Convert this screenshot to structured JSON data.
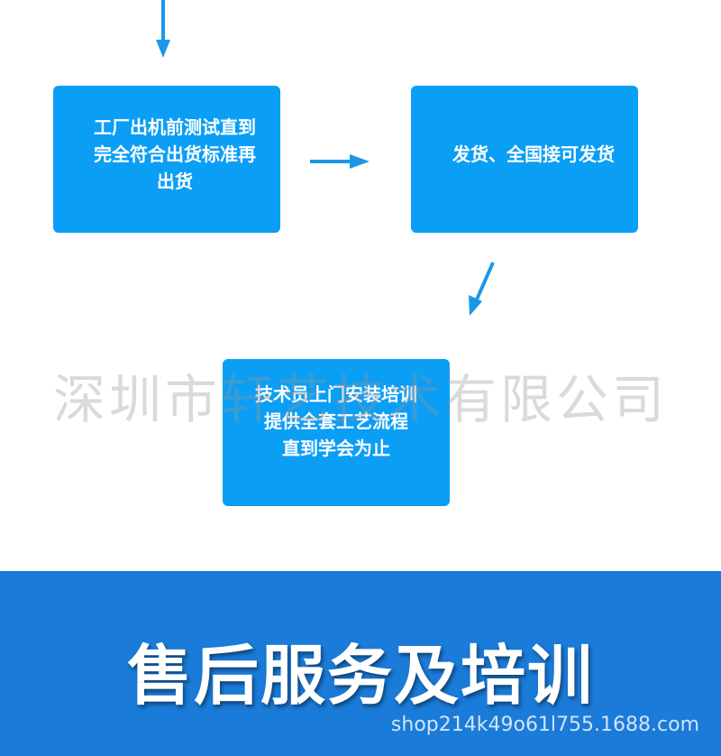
{
  "colors": {
    "box": "#0b9ef5",
    "arrow": "#1e96e8",
    "banner": "#1a7bd8",
    "box_text": "#ffffff"
  },
  "steps": [
    {
      "id": "factory-test",
      "label": "工厂出机前测试直到\n完全符合出货标准再\n出货"
    },
    {
      "id": "shipping",
      "label": "发货、全国接可发货"
    },
    {
      "id": "onsite-training",
      "label": "技术员上门安装培训\n提供全套工艺流程\n直到学会为止"
    }
  ],
  "watermark": "深圳市轩艺技术有限公司",
  "banner": {
    "title": "售后服务及培训",
    "shop_url": "shop214k49o61l755.1688.com"
  }
}
